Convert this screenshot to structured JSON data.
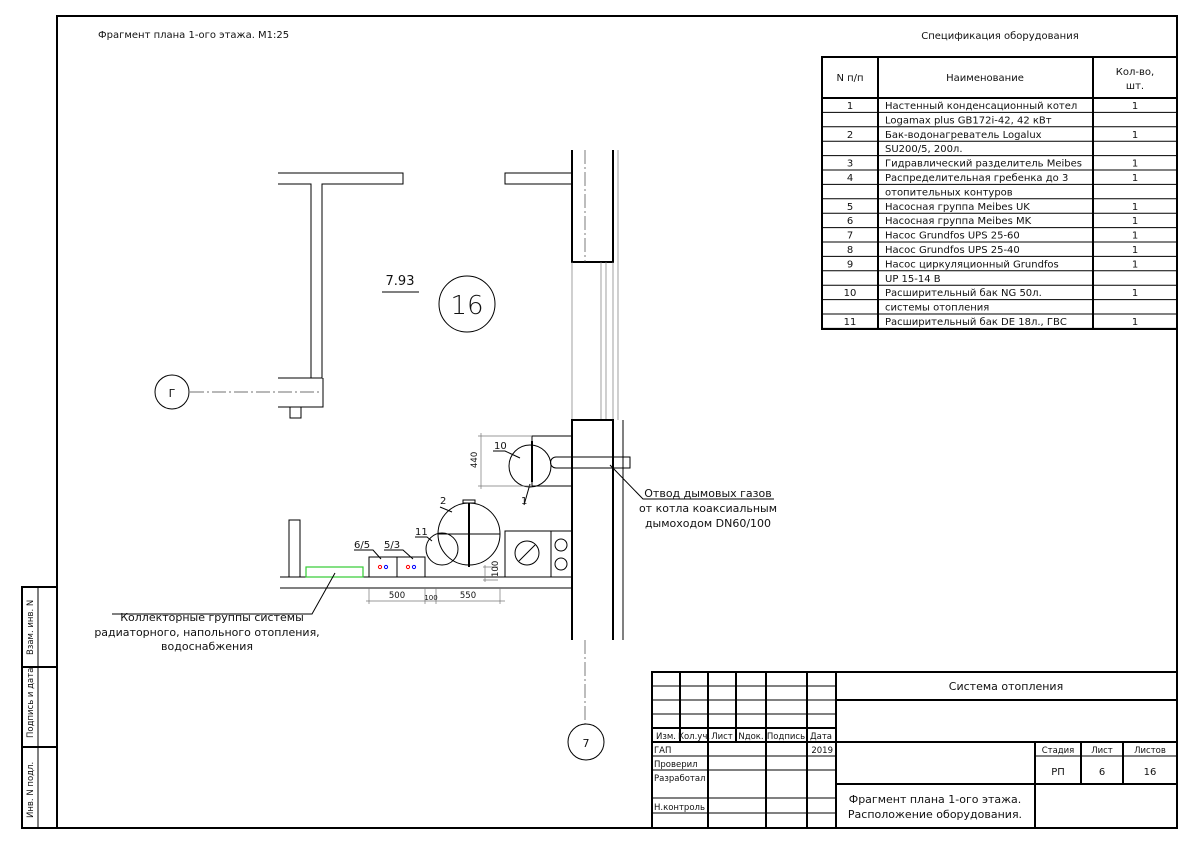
{
  "drawing_title": "Фрагмент плана 1-ого этажа. М1:25",
  "spec": {
    "title": "Спецификация оборудования",
    "headers": {
      "num": "N п/п",
      "name": "Наименование",
      "qty_line1": "Кол-во,",
      "qty_line2": "шт."
    },
    "rows": [
      {
        "num": "1",
        "name": "Настенный конденсационный котел",
        "qty": "1"
      },
      {
        "num": "",
        "name": "Logamax plus GB172i-42, 42 кВт",
        "qty": ""
      },
      {
        "num": "2",
        "name": "Бак-водонагреватель Logalux",
        "qty": "1"
      },
      {
        "num": "",
        "name": "SU200/5, 200л.",
        "qty": ""
      },
      {
        "num": "3",
        "name": "Гидравлический разделитель Meibes",
        "qty": "1"
      },
      {
        "num": "4",
        "name": "Распределительная гребенка до 3",
        "qty": "1"
      },
      {
        "num": "",
        "name": "отопительных контуров",
        "qty": ""
      },
      {
        "num": "5",
        "name": "Насосная группа Meibes UK",
        "qty": "1"
      },
      {
        "num": "6",
        "name": "Насосная группа Meibes MK",
        "qty": "1"
      },
      {
        "num": "7",
        "name": "Насос Grundfos UPS 25-60",
        "qty": "1"
      },
      {
        "num": "8",
        "name": "Насос Grundfos UPS 25-40",
        "qty": "1"
      },
      {
        "num": "9",
        "name": "Насос циркуляционный Grundfos",
        "qty": "1"
      },
      {
        "num": "",
        "name": "UP 15-14 B",
        "qty": ""
      },
      {
        "num": "10",
        "name": "Расширительный бак NG 50л.",
        "qty": "1"
      },
      {
        "num": "",
        "name": "системы отопления",
        "qty": ""
      },
      {
        "num": "11",
        "name": "Расширительный бак DE 18л., ГВС",
        "qty": "1"
      }
    ]
  },
  "plan": {
    "room_area": "7.93",
    "room_number": "16",
    "axis_g": "Г",
    "axis_7": "7",
    "labels": {
      "boiler": "1",
      "tank": "2",
      "sep": "11",
      "exp": "10",
      "g65": "6/5",
      "g53": "5/3"
    },
    "dims": {
      "d440": "440",
      "d100v": "100",
      "d500": "500",
      "d100": "100",
      "d550": "550"
    },
    "collector_note": [
      "Коллекторные группы системы",
      "радиаторного, напольного отопления,",
      "водоснабжения"
    ],
    "flue_note": [
      "Отвод дымовых газов",
      "от котла коаксиальным",
      "дымоходом DN60/100"
    ],
    "colors": {
      "collector": "#33cc33",
      "hot": "#ff0000",
      "cold": "#0000ff"
    }
  },
  "side_stamp": [
    "Взам. инв. N",
    "Подпись и дата",
    "Инв. N подл."
  ],
  "title_block": {
    "headers": [
      "Изм.",
      "Кол.уч.",
      "Лист",
      "Nдок.",
      "Подпись",
      "Дата"
    ],
    "roles": [
      "ГАП",
      "Проверил",
      "Разработал",
      "",
      "Н.контроль"
    ],
    "year": "2019",
    "project": "Система отопления",
    "stage_label": "Стадия",
    "sheet_label": "Лист",
    "sheets_label": "Листов",
    "stage": "РП",
    "sheet": "6",
    "sheets": "16",
    "sheet_title": [
      "Фрагмент плана 1-ого этажа.",
      "Расположение оборудования."
    ]
  }
}
